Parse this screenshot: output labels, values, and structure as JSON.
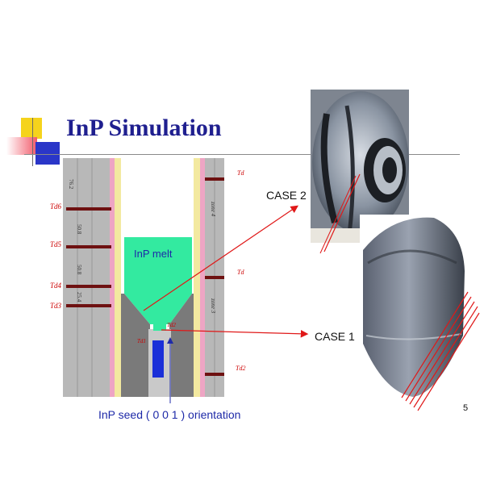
{
  "slide": {
    "title": "InP Simulation",
    "page_number": "5"
  },
  "diagram": {
    "melt_label": "InP melt",
    "seed_caption": "InP seed ( 0 0 1 ) orientation",
    "left_probe_labels": [
      "Td6",
      "Td5",
      "Td4",
      "Td3"
    ],
    "right_probe_labels": [
      "Td",
      "Td",
      "Td2"
    ],
    "seed_probe_labels": [
      "Td1",
      "Td2"
    ],
    "column_values": [
      "76.2",
      "50.8",
      "50.8",
      "25.4"
    ],
    "zone_labels": [
      "zone 4",
      "zone 3"
    ],
    "colors": {
      "furnace_gray": "#b8b8b8",
      "melt": "#33eaa0",
      "seed": "#1a2fd8",
      "heater_bar": "#6e1111",
      "wall_yellow": "#f3e9a0",
      "wall_pink": "#eea5c4"
    }
  },
  "photos": {
    "case1_label": "CASE 1",
    "case2_label": "CASE 2"
  }
}
